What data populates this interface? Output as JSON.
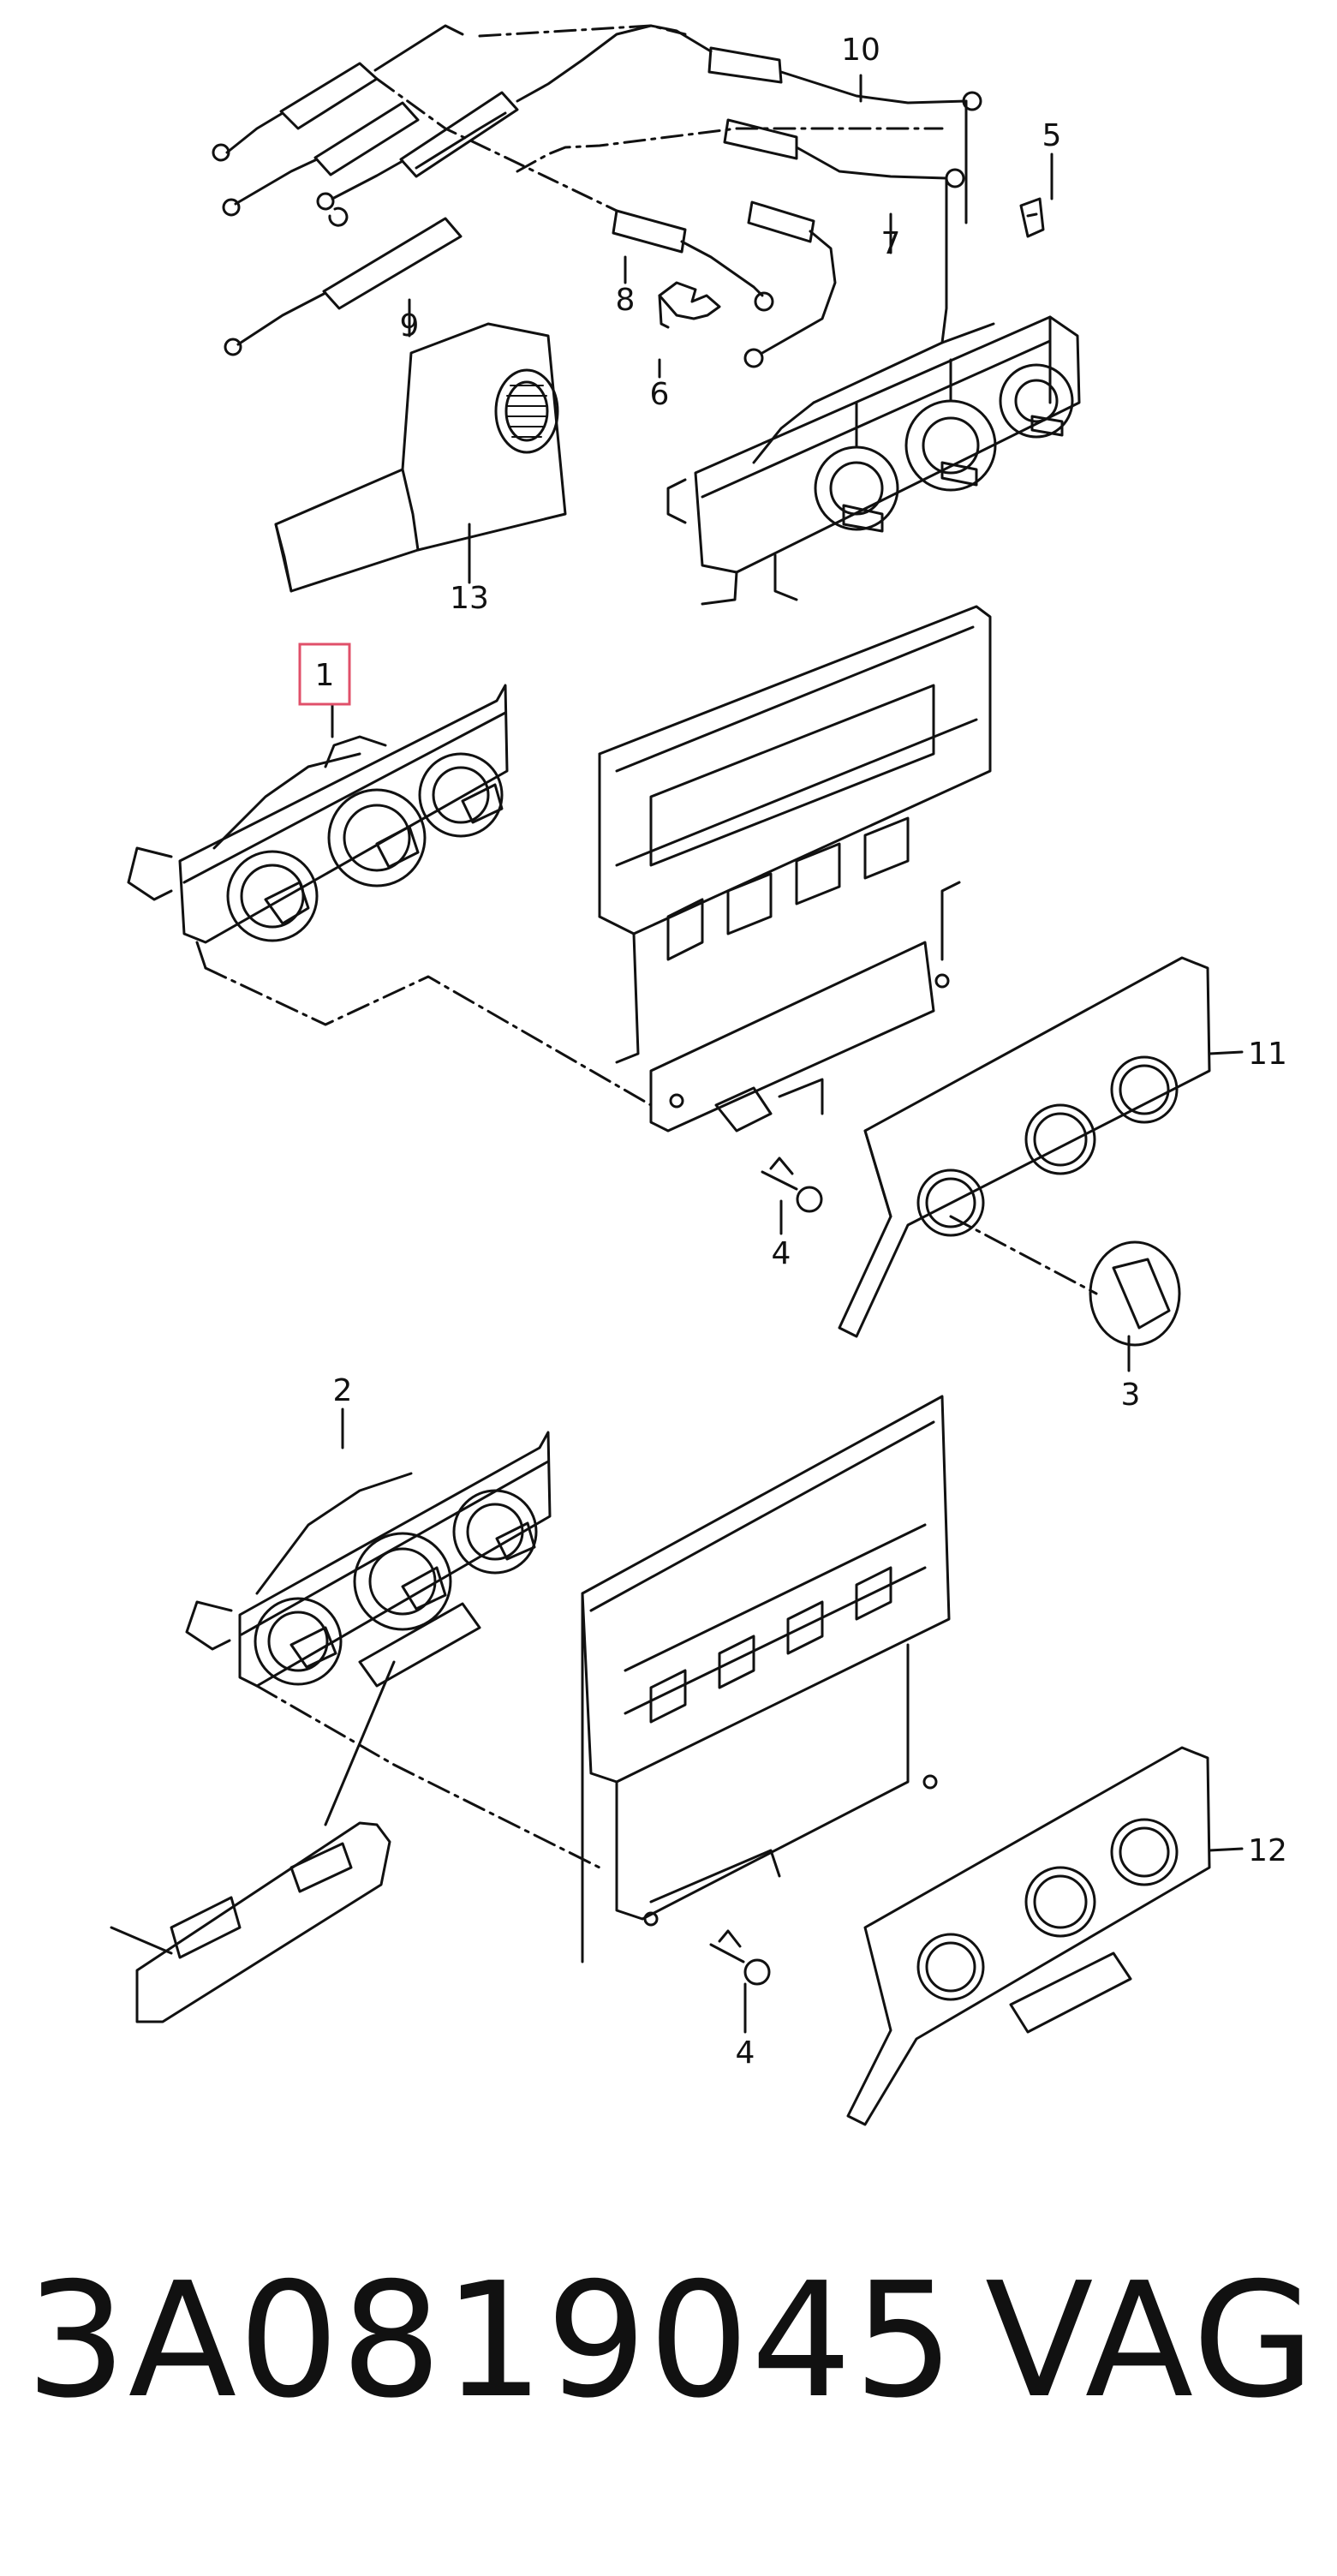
{
  "diagram": {
    "callouts": [
      {
        "id": "c1",
        "label": "1",
        "highlighted": true
      },
      {
        "id": "c2",
        "label": "2"
      },
      {
        "id": "c3",
        "label": "3"
      },
      {
        "id": "c4a",
        "label": "4"
      },
      {
        "id": "c4b",
        "label": "4"
      },
      {
        "id": "c5",
        "label": "5"
      },
      {
        "id": "c6",
        "label": "6"
      },
      {
        "id": "c7",
        "label": "7"
      },
      {
        "id": "c8",
        "label": "8"
      },
      {
        "id": "c9",
        "label": "9"
      },
      {
        "id": "c10",
        "label": "10"
      },
      {
        "id": "c11",
        "label": "11"
      },
      {
        "id": "c12",
        "label": "12"
      },
      {
        "id": "c13",
        "label": "13"
      }
    ],
    "highlight_color": "#e0506a",
    "line_color": "#111111"
  },
  "footer": {
    "part_number": "3A0819045",
    "brand": "VAG"
  }
}
